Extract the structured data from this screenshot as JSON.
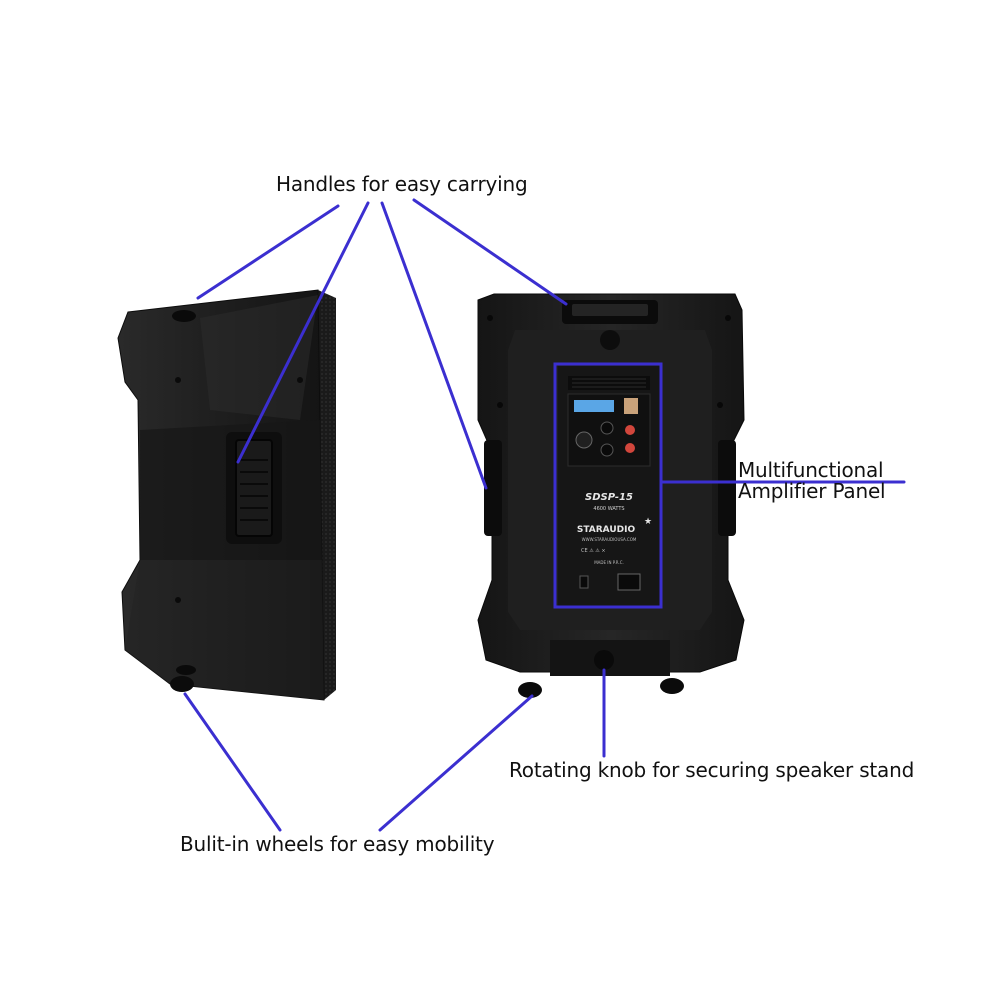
{
  "callouts": {
    "handles": "Handles for easy carrying",
    "amplifier_line1": "Multifunctional",
    "amplifier_line2": "Amplifier Panel",
    "knob": "Rotating knob for securing speaker stand",
    "wheels": "Bulit-in wheels for easy mobility"
  },
  "panel": {
    "model": "SDSP-15",
    "watts": "4600 WATTS",
    "brand": "STARAUDIO",
    "website": "WWW.STARAUDIOUSA.COM",
    "origin": "MADE IN P.R.C."
  },
  "colors": {
    "leader_line": "#3b2fd0",
    "cabinet": "#1c1c1c",
    "panel": "#161616",
    "lcd": "#5aa6e6",
    "jack_red": "#d2463c"
  }
}
